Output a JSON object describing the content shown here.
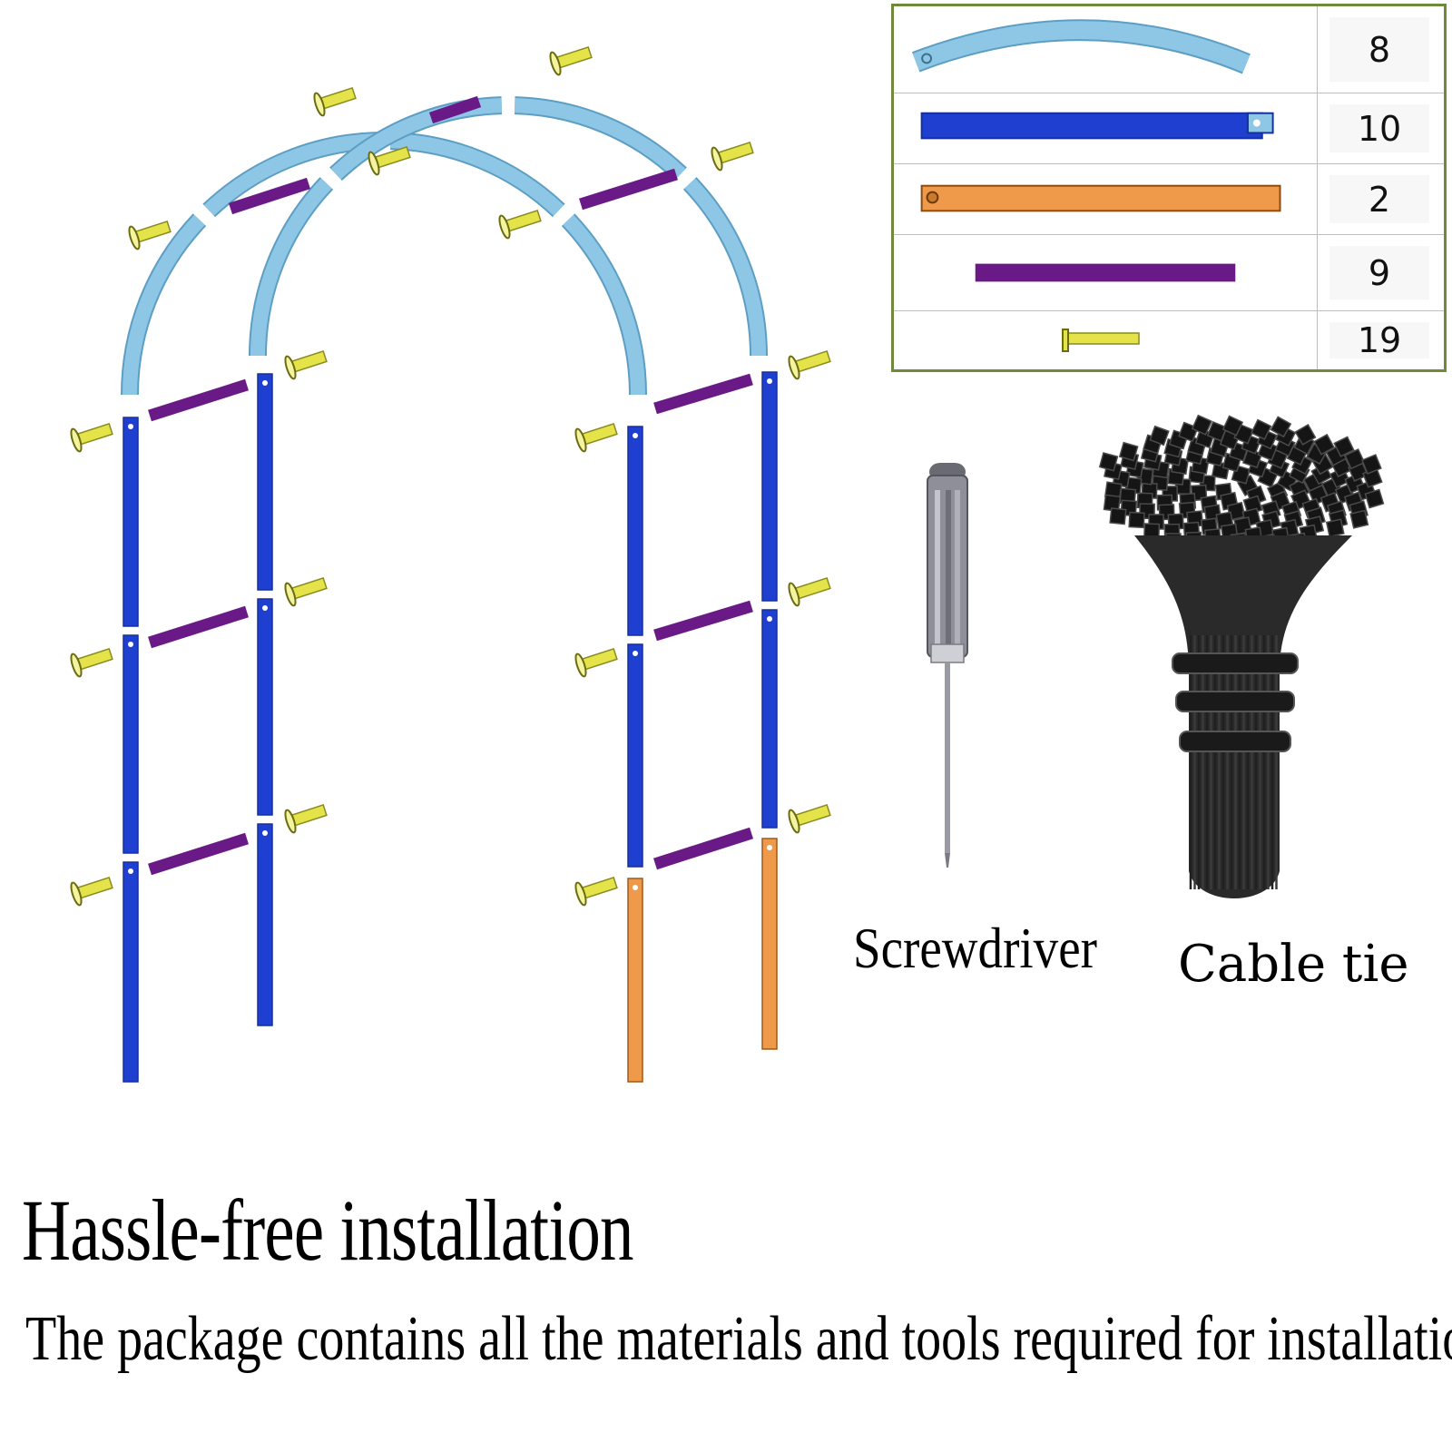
{
  "colors": {
    "curved_tube": "#8ec7e6",
    "straight_tube": "#1f3fd1",
    "ground_stake": "#ef9a4a",
    "cross_bar": "#6a1a86",
    "screw": "#e4e44a",
    "table_border": "#6f8a3a"
  },
  "parts_table": {
    "rows": [
      {
        "part": "curved-tube",
        "icon": "curved-blue-tube",
        "quantity": "8"
      },
      {
        "part": "straight-tube",
        "icon": "straight-blue-tube",
        "quantity": "10"
      },
      {
        "part": "ground-stake",
        "icon": "orange-stake",
        "quantity": "2"
      },
      {
        "part": "cross-bar",
        "icon": "purple-bar",
        "quantity": "9"
      },
      {
        "part": "screw",
        "icon": "yellow-screw",
        "quantity": "19"
      }
    ]
  },
  "tools": {
    "screwdriver": {
      "label": "Screwdriver",
      "icon": "screwdriver-icon"
    },
    "cable_tie": {
      "label": "Cable tie",
      "icon": "cable-tie-bundle-icon"
    }
  },
  "headline": "Hassle-free installation",
  "subline": "The package contains all the materials and tools required for installation"
}
